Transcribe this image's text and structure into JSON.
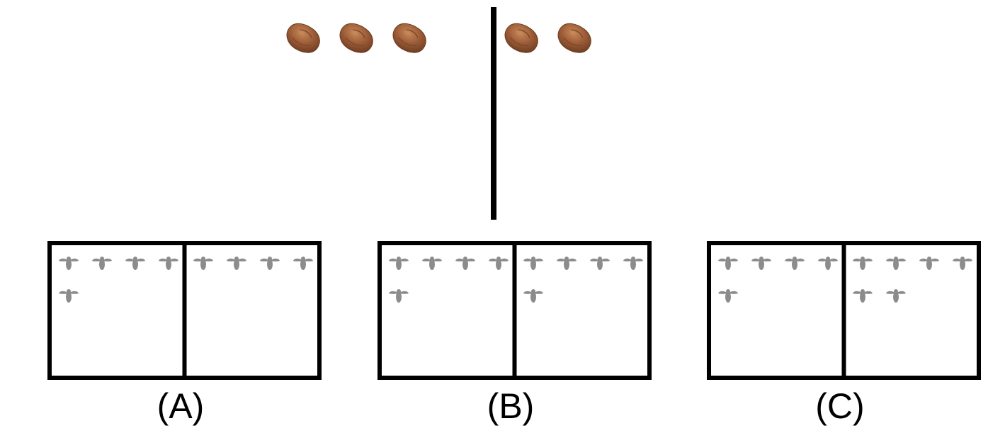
{
  "colors": {
    "line": "#000000",
    "rock_light": "#c9895a",
    "rock_mid": "#9a5a36",
    "rock_dark": "#6e3d22",
    "fly": "#8c8c8c"
  },
  "icons": {
    "stone": "rock-icon",
    "creature": "fly-icon"
  },
  "top": {
    "left_stones": 3,
    "right_stones": 2
  },
  "options": [
    {
      "label": "(A)",
      "left_count": 5,
      "right_count": 4
    },
    {
      "label": "(B)",
      "left_count": 5,
      "right_count": 5
    },
    {
      "label": "(C)",
      "left_count": 5,
      "right_count": 6
    }
  ]
}
